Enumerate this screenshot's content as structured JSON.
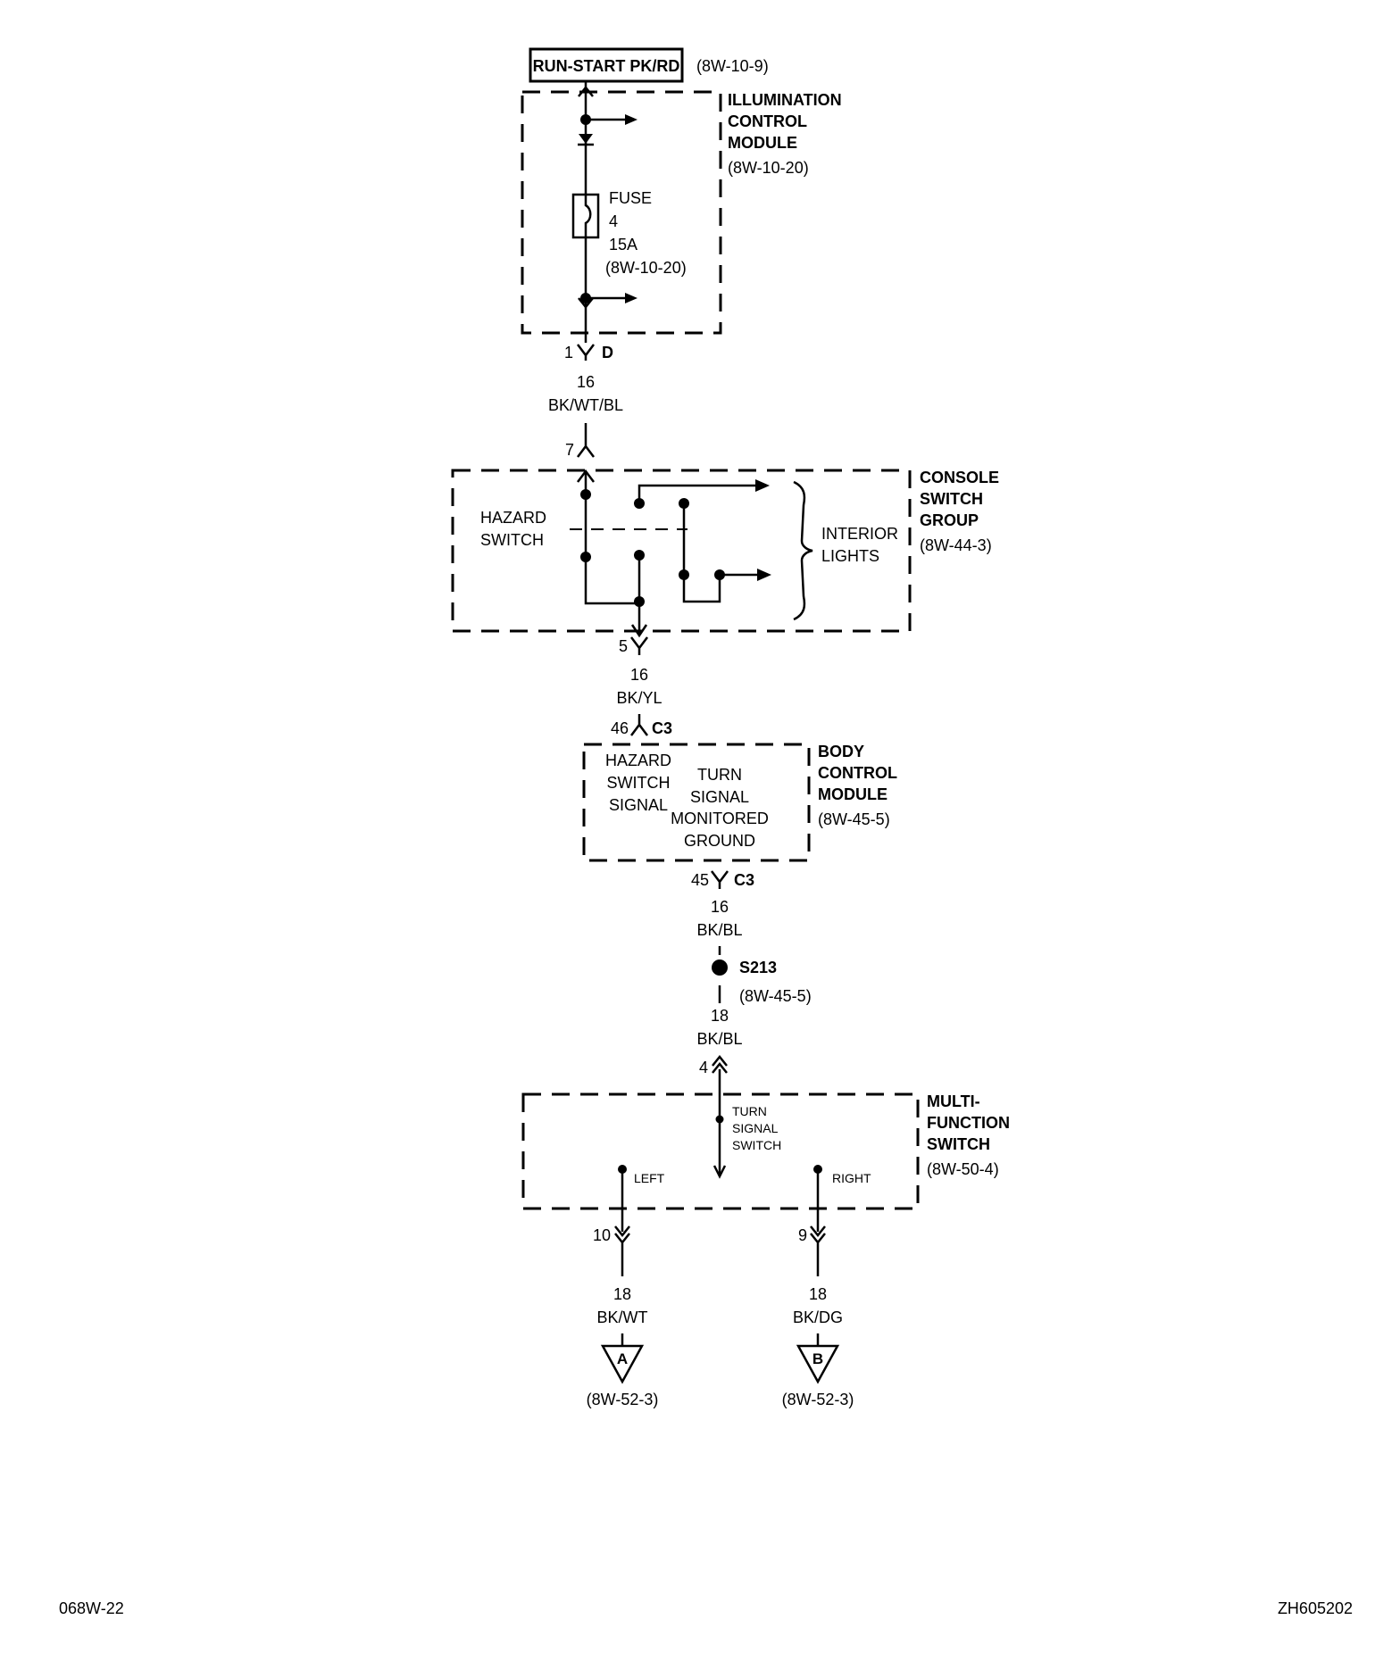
{
  "header": {
    "source_label": "RUN-START PK/RD",
    "source_ref": "(8W-10-9)"
  },
  "illumination_module": {
    "name_lines": [
      "ILLUMINATION",
      "CONTROL",
      "MODULE"
    ],
    "ref": "(8W-10-20)",
    "fuse_lines": [
      "FUSE",
      "4",
      "15A",
      "(8W-10-20)"
    ],
    "connector_pin": "1",
    "connector_id": "D"
  },
  "wire_1": {
    "gauge": "16",
    "color": "BK/WT/BL"
  },
  "console_switch_group": {
    "input_pin": "7",
    "name_lines": [
      "CONSOLE",
      "SWITCH",
      "GROUP"
    ],
    "ref": "(8W-44-3)",
    "hazard_switch_lines": [
      "HAZARD",
      "SWITCH"
    ],
    "interior_lights_lines": [
      "INTERIOR",
      "LIGHTS"
    ],
    "output_pin": "5"
  },
  "wire_2": {
    "gauge": "16",
    "color": "BK/YL"
  },
  "body_control_module": {
    "input_pin": "46",
    "input_connector": "C3",
    "name_lines": [
      "BODY",
      "CONTROL",
      "MODULE"
    ],
    "ref": "(8W-45-5)",
    "hazard_signal_lines": [
      "HAZARD",
      "SWITCH",
      "SIGNAL"
    ],
    "turn_signal_lines": [
      "TURN",
      "SIGNAL",
      "MONITORED",
      "GROUND"
    ],
    "output_pin": "45",
    "output_connector": "C3"
  },
  "wire_3": {
    "gauge": "16",
    "color": "BK/BL"
  },
  "splice": {
    "id": "S213",
    "ref": "(8W-45-5)"
  },
  "wire_4": {
    "gauge": "18",
    "color": "BK/BL"
  },
  "multifunction_switch": {
    "input_pin": "4",
    "name_lines": [
      "MULTI-",
      "FUNCTION",
      "SWITCH"
    ],
    "ref": "(8W-50-4)",
    "turn_signal_switch_lines": [
      "TURN",
      "SIGNAL",
      "SWITCH"
    ],
    "left_label": "LEFT",
    "right_label": "RIGHT",
    "left_pin": "10",
    "right_pin": "9"
  },
  "outputs": [
    {
      "gauge": "18",
      "color": "BK/WT",
      "marker": "A",
      "ref": "(8W-52-3)"
    },
    {
      "gauge": "18",
      "color": "BK/DG",
      "marker": "B",
      "ref": "(8W-52-3)"
    }
  ],
  "footer": {
    "left_code": "068W-22",
    "right_code": "ZH605202"
  }
}
